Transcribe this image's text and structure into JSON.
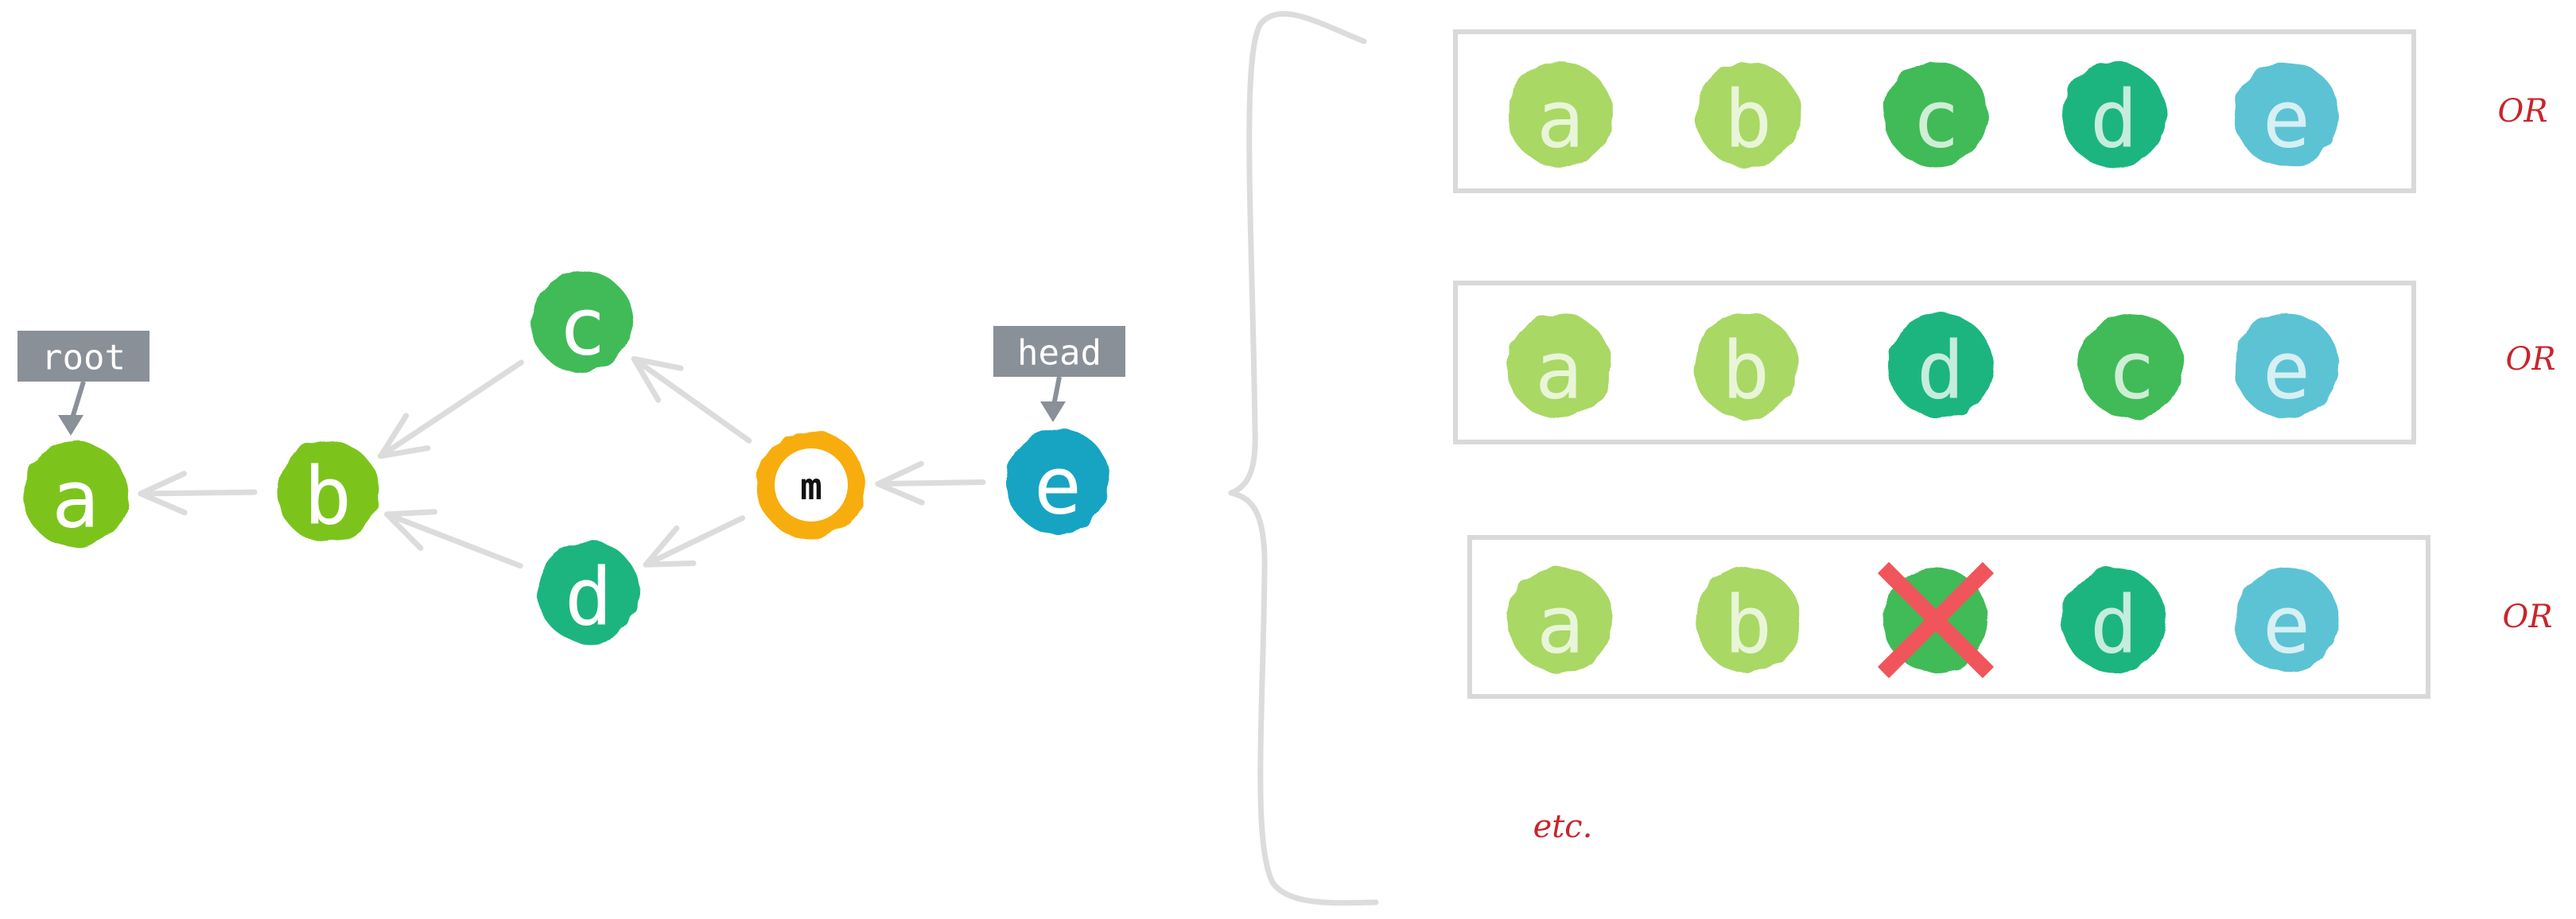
{
  "graph": {
    "nodes": [
      {
        "id": "a",
        "label": "a",
        "color": "#7cc41e"
      },
      {
        "id": "b",
        "label": "b",
        "color": "#7cc41e"
      },
      {
        "id": "c",
        "label": "c",
        "color": "#3fbb58"
      },
      {
        "id": "d",
        "label": "d",
        "color": "#1cb57f"
      },
      {
        "id": "m",
        "label": "m",
        "color": "#f7ad0b"
      },
      {
        "id": "e",
        "label": "e",
        "color": "#15a4c2"
      }
    ],
    "edges": [
      {
        "from": "b",
        "to": "a"
      },
      {
        "from": "c",
        "to": "b"
      },
      {
        "from": "d",
        "to": "b"
      },
      {
        "from": "m",
        "to": "c"
      },
      {
        "from": "m",
        "to": "d"
      },
      {
        "from": "e",
        "to": "m"
      }
    ],
    "tags": [
      {
        "label": "root",
        "points_to": "a"
      },
      {
        "label": "head",
        "points_to": "e"
      }
    ]
  },
  "orderings": [
    {
      "items": [
        {
          "label": "a",
          "color": "#a9d865"
        },
        {
          "label": "b",
          "color": "#a9d865"
        },
        {
          "label": "c",
          "color": "#3fbb58"
        },
        {
          "label": "d",
          "color": "#1cb57f"
        },
        {
          "label": "e",
          "color": "#5cc3d4"
        }
      ],
      "separator": "OR"
    },
    {
      "items": [
        {
          "label": "a",
          "color": "#a9d865"
        },
        {
          "label": "b",
          "color": "#a9d865"
        },
        {
          "label": "d",
          "color": "#1cb57f"
        },
        {
          "label": "c",
          "color": "#3fbb58"
        },
        {
          "label": "e",
          "color": "#5cc3d4"
        }
      ],
      "separator": "OR"
    },
    {
      "items": [
        {
          "label": "a",
          "color": "#a9d865"
        },
        {
          "label": "b",
          "color": "#a9d865"
        },
        {
          "label": "",
          "color": "#3fbb58",
          "crossed": true
        },
        {
          "label": "d",
          "color": "#1cb57f"
        },
        {
          "label": "e",
          "color": "#5cc3d4"
        }
      ],
      "separator": "OR"
    }
  ],
  "continuation": "etc.",
  "colors": {
    "edge": "#dcdcdc",
    "tag_bg": "#8a9097",
    "box_border": "#d9d9d9",
    "cross": "#f0555b",
    "or_text": "#c8252c"
  }
}
